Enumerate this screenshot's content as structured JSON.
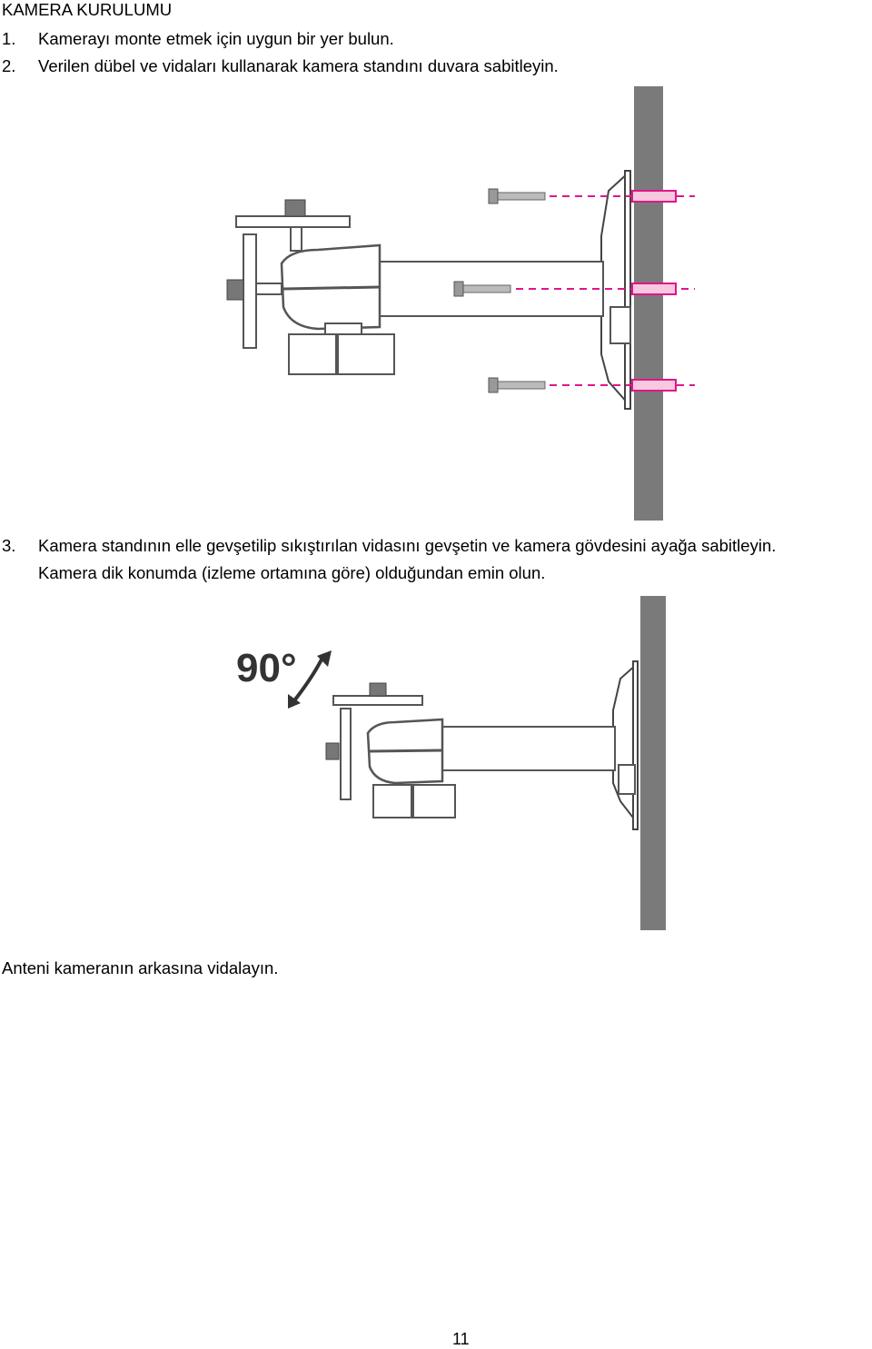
{
  "heading": "KAMERA KURULUMU",
  "steps": [
    {
      "num": "1.",
      "text": "Kamerayı monte etmek için uygun bir yer bulun."
    },
    {
      "num": "2.",
      "text": "Verilen dübel ve vidaları kullanarak kamera standını duvara sabitleyin."
    },
    {
      "num": "3.",
      "text": "Kamera standının elle gevşetilip sıkıştırılan vidasını gevşetin ve kamera gövdesini ayağa sabitleyin.",
      "text2": "Kamera dik konumda (izleme ortamına göre) olduğundan emin olun."
    }
  ],
  "figure2_angle_label": "90°",
  "closing_text": "Anteni kameranın arkasına vidalayın.",
  "page_number": "11",
  "colors": {
    "wall": "#7a7a7a",
    "screw_guide": "#e0168a",
    "line": "#555555"
  }
}
